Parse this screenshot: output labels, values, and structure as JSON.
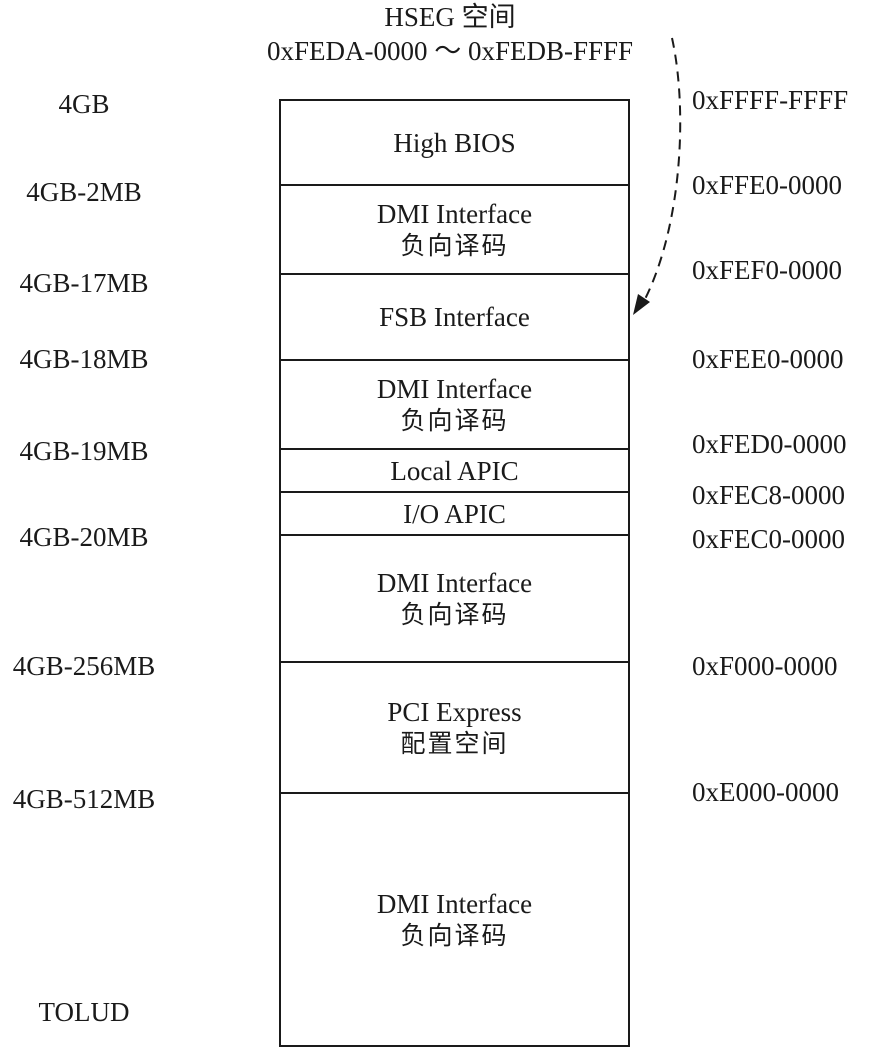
{
  "hseg": {
    "title": "HSEG 空间",
    "range": "0xFEDA-0000 ～ 0xFEDB-FFFF"
  },
  "left_labels": [
    "4GB",
    "4GB-2MB",
    "4GB-17MB",
    "4GB-18MB",
    "4GB-19MB",
    "4GB-20MB",
    "4GB-256MB",
    "4GB-512MB",
    "TOLUD"
  ],
  "right_labels": [
    "0xFFFF-FFFF",
    "0xFFE0-0000",
    "0xFEF0-0000",
    "0xFEE0-0000",
    "0xFED0-0000",
    "0xFEC8-0000",
    "0xFEC0-0000",
    "0xF000-0000",
    "0xE000-0000"
  ],
  "regions": [
    {
      "line1": "High BIOS",
      "line2": ""
    },
    {
      "line1": "DMI Interface",
      "line2": "负向译码"
    },
    {
      "line1": "FSB Interface",
      "line2": ""
    },
    {
      "line1": "DMI Interface",
      "line2": "负向译码"
    },
    {
      "line1": "Local APIC",
      "line2": ""
    },
    {
      "line1": "I/O APIC",
      "line2": ""
    },
    {
      "line1": "DMI Interface",
      "line2": "负向译码"
    },
    {
      "line1": "PCI Express",
      "line2": "配置空间"
    },
    {
      "line1": "DMI Interface",
      "line2": "负向译码"
    }
  ],
  "colors": {
    "line": "#1a1a1a",
    "background": "#ffffff"
  }
}
